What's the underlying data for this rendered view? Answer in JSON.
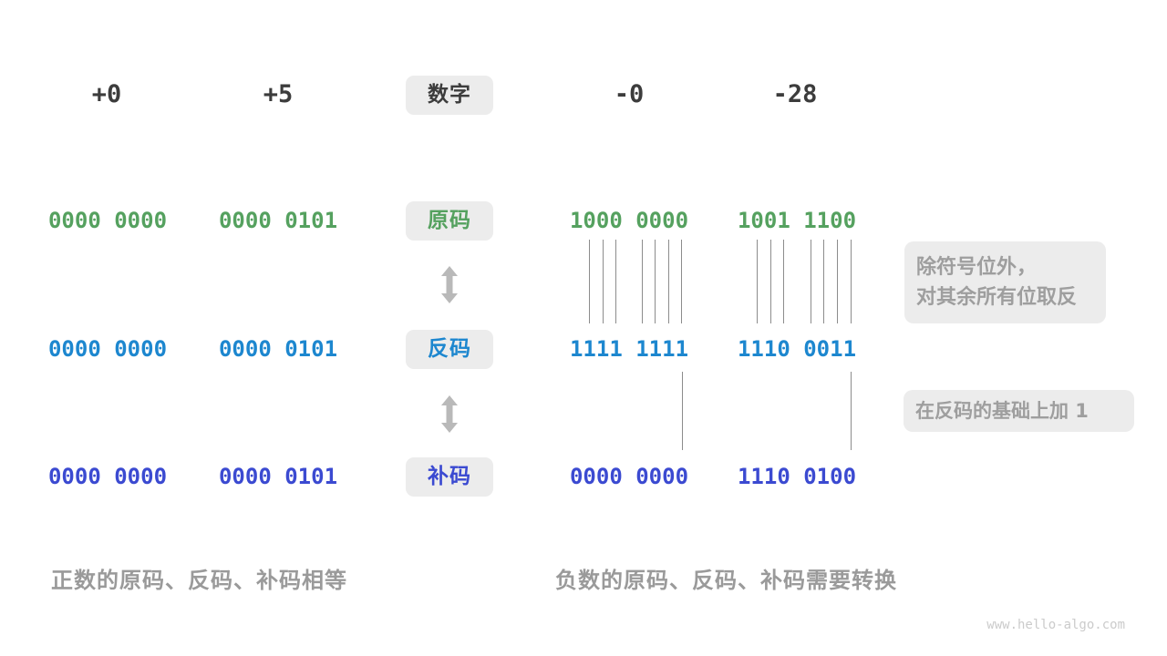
{
  "diagram": {
    "headers": [
      "+0",
      "+5",
      "-0",
      "-28"
    ],
    "labels": {
      "number": "数字",
      "sign_magnitude": "原码",
      "ones_complement": "反码",
      "twos_complement": "补码"
    },
    "rows": [
      {
        "label": "原码",
        "color": "#55a15f",
        "values": [
          "0000 0000",
          "0000 0101",
          "1000 0000",
          "1001 1100"
        ]
      },
      {
        "label": "反码",
        "color": "#1d87cf",
        "values": [
          "0000 0000",
          "0000 0101",
          "1111 1111",
          "1110 0011"
        ]
      },
      {
        "label": "补码",
        "color": "#3b4ad1",
        "values": [
          "0000 0000",
          "0000 0101",
          "0000 0000",
          "1110 0100"
        ]
      }
    ],
    "annotations": {
      "invert_line1": "除符号位外，",
      "invert_line2": "对其余所有位取反",
      "add_one": "在反码的基础上加 1"
    },
    "captions": {
      "positive": "正数的原码、反码、补码相等",
      "negative": "负数的原码、反码、补码需要转换"
    },
    "watermark": "www.hello-algo.com",
    "colors": {
      "sign_magnitude_green": "#55a15f",
      "ones_complement_blue": "#1d87cf",
      "twos_complement_indigo": "#3b4ad1",
      "tag_background": "#ececec",
      "note_text": "#9e9e9e",
      "arrow_gray": "#b9b9b9"
    }
  }
}
